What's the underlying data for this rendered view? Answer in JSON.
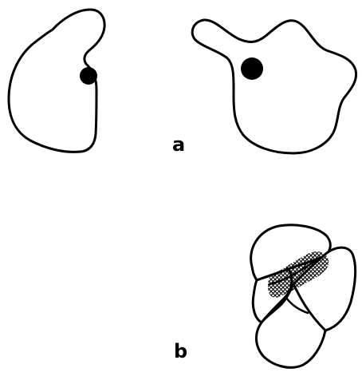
{
  "panels": [
    {
      "id": "a",
      "label": "a"
    },
    {
      "id": "b",
      "label": "b"
    }
  ],
  "colors": {
    "outline": "#000000",
    "fill": "#ffffff",
    "marker": "#000000",
    "hatch": "#000000"
  }
}
